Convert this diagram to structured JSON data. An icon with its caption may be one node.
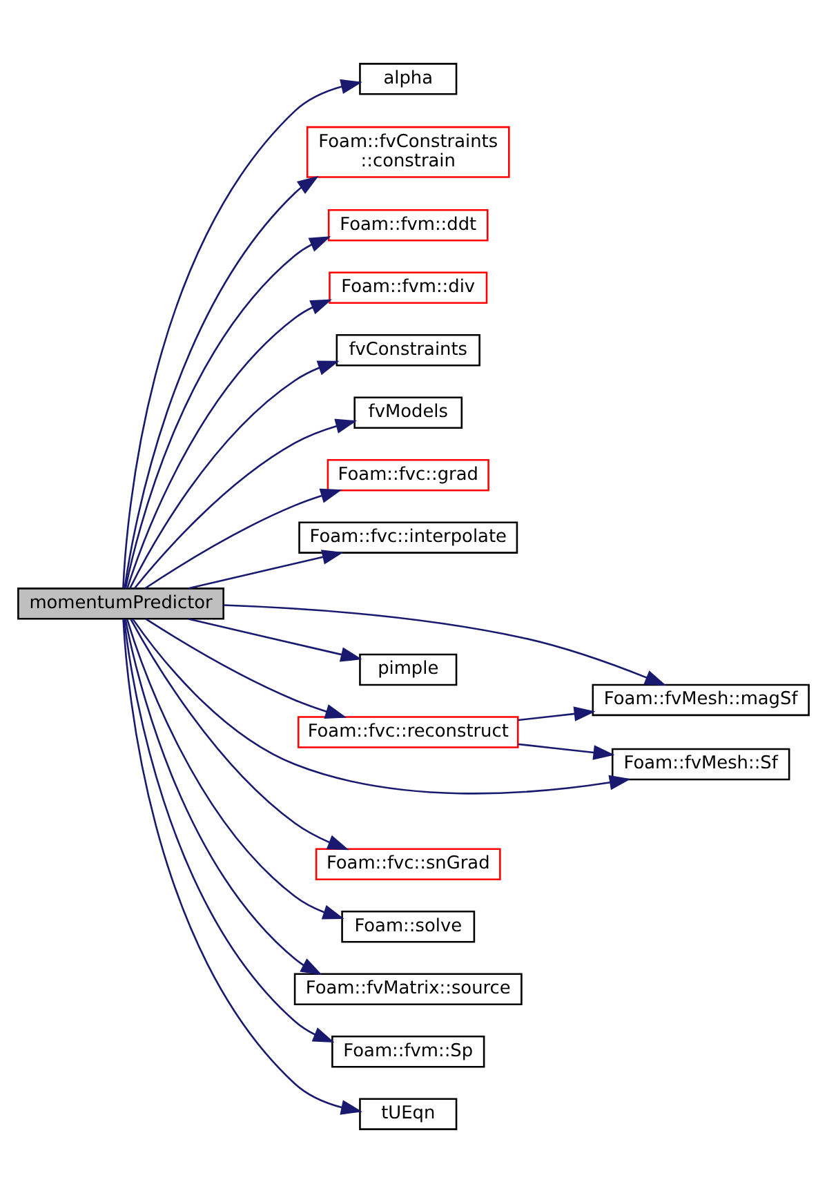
{
  "diagram": {
    "nodes": [
      {
        "text": [
          "momentumPredictor"
        ]
      },
      {
        "text": [
          "alpha"
        ]
      },
      {
        "text": [
          "Foam::fvConstraints ::constrain"
        ]
      },
      {
        "text": [
          "Foam::fvm::ddt"
        ]
      },
      {
        "text": [
          "Foam::fvm::div"
        ]
      },
      {
        "text": [
          "fvConstraints"
        ]
      },
      {
        "text": [
          "fvModels"
        ]
      },
      {
        "text": [
          "Foam::fvc::grad"
        ]
      },
      {
        "text": [
          "Foam::fvc::interpolate"
        ]
      },
      {
        "text": [
          "Foam::fvMesh::magSf"
        ]
      },
      {
        "text": [
          "pimple"
        ]
      },
      {
        "text": [
          "Foam::fvc::reconstruct"
        ]
      },
      {
        "text": [
          "Foam::fvMesh::Sf"
        ]
      },
      {
        "text": [
          "Foam::fvc::snGrad"
        ]
      },
      {
        "text": [
          "Foam::solve"
        ]
      },
      {
        "text": [
          "Foam::fvMatrix::source"
        ]
      },
      {
        "text": [
          "Foam::fvm::Sp"
        ]
      },
      {
        "text": [
          "tUEqn"
        ]
      }
    ],
    "edges": [
      {
        "from": 0,
        "to": 1,
        "arrow": "to"
      },
      {
        "from": 0,
        "to": 2,
        "arrow": "to"
      },
      {
        "from": 0,
        "to": 3,
        "arrow": "to"
      },
      {
        "from": 0,
        "to": 4,
        "arrow": "to"
      },
      {
        "from": 0,
        "to": 5,
        "arrow": "to"
      },
      {
        "from": 0,
        "to": 6,
        "arrow": "to"
      },
      {
        "from": 0,
        "to": 7,
        "arrow": "to"
      },
      {
        "from": 0,
        "to": 8,
        "arrow": "to"
      },
      {
        "from": 0,
        "to": 9,
        "arrow": "to"
      },
      {
        "from": 0,
        "to": 10,
        "arrow": "to"
      },
      {
        "from": 0,
        "to": 11,
        "arrow": "to"
      },
      {
        "from": 0,
        "to": 12,
        "arrow": "to"
      },
      {
        "from": 0,
        "to": 13,
        "arrow": "to"
      },
      {
        "from": 0,
        "to": 14,
        "arrow": "to"
      },
      {
        "from": 0,
        "to": 15,
        "arrow": "to"
      },
      {
        "from": 0,
        "to": 16,
        "arrow": "to"
      },
      {
        "from": 0,
        "to": 17,
        "arrow": "to"
      },
      {
        "from": 11,
        "to": 9,
        "arrow": "to"
      },
      {
        "from": 11,
        "to": 12,
        "arrow": "to"
      }
    ]
  }
}
